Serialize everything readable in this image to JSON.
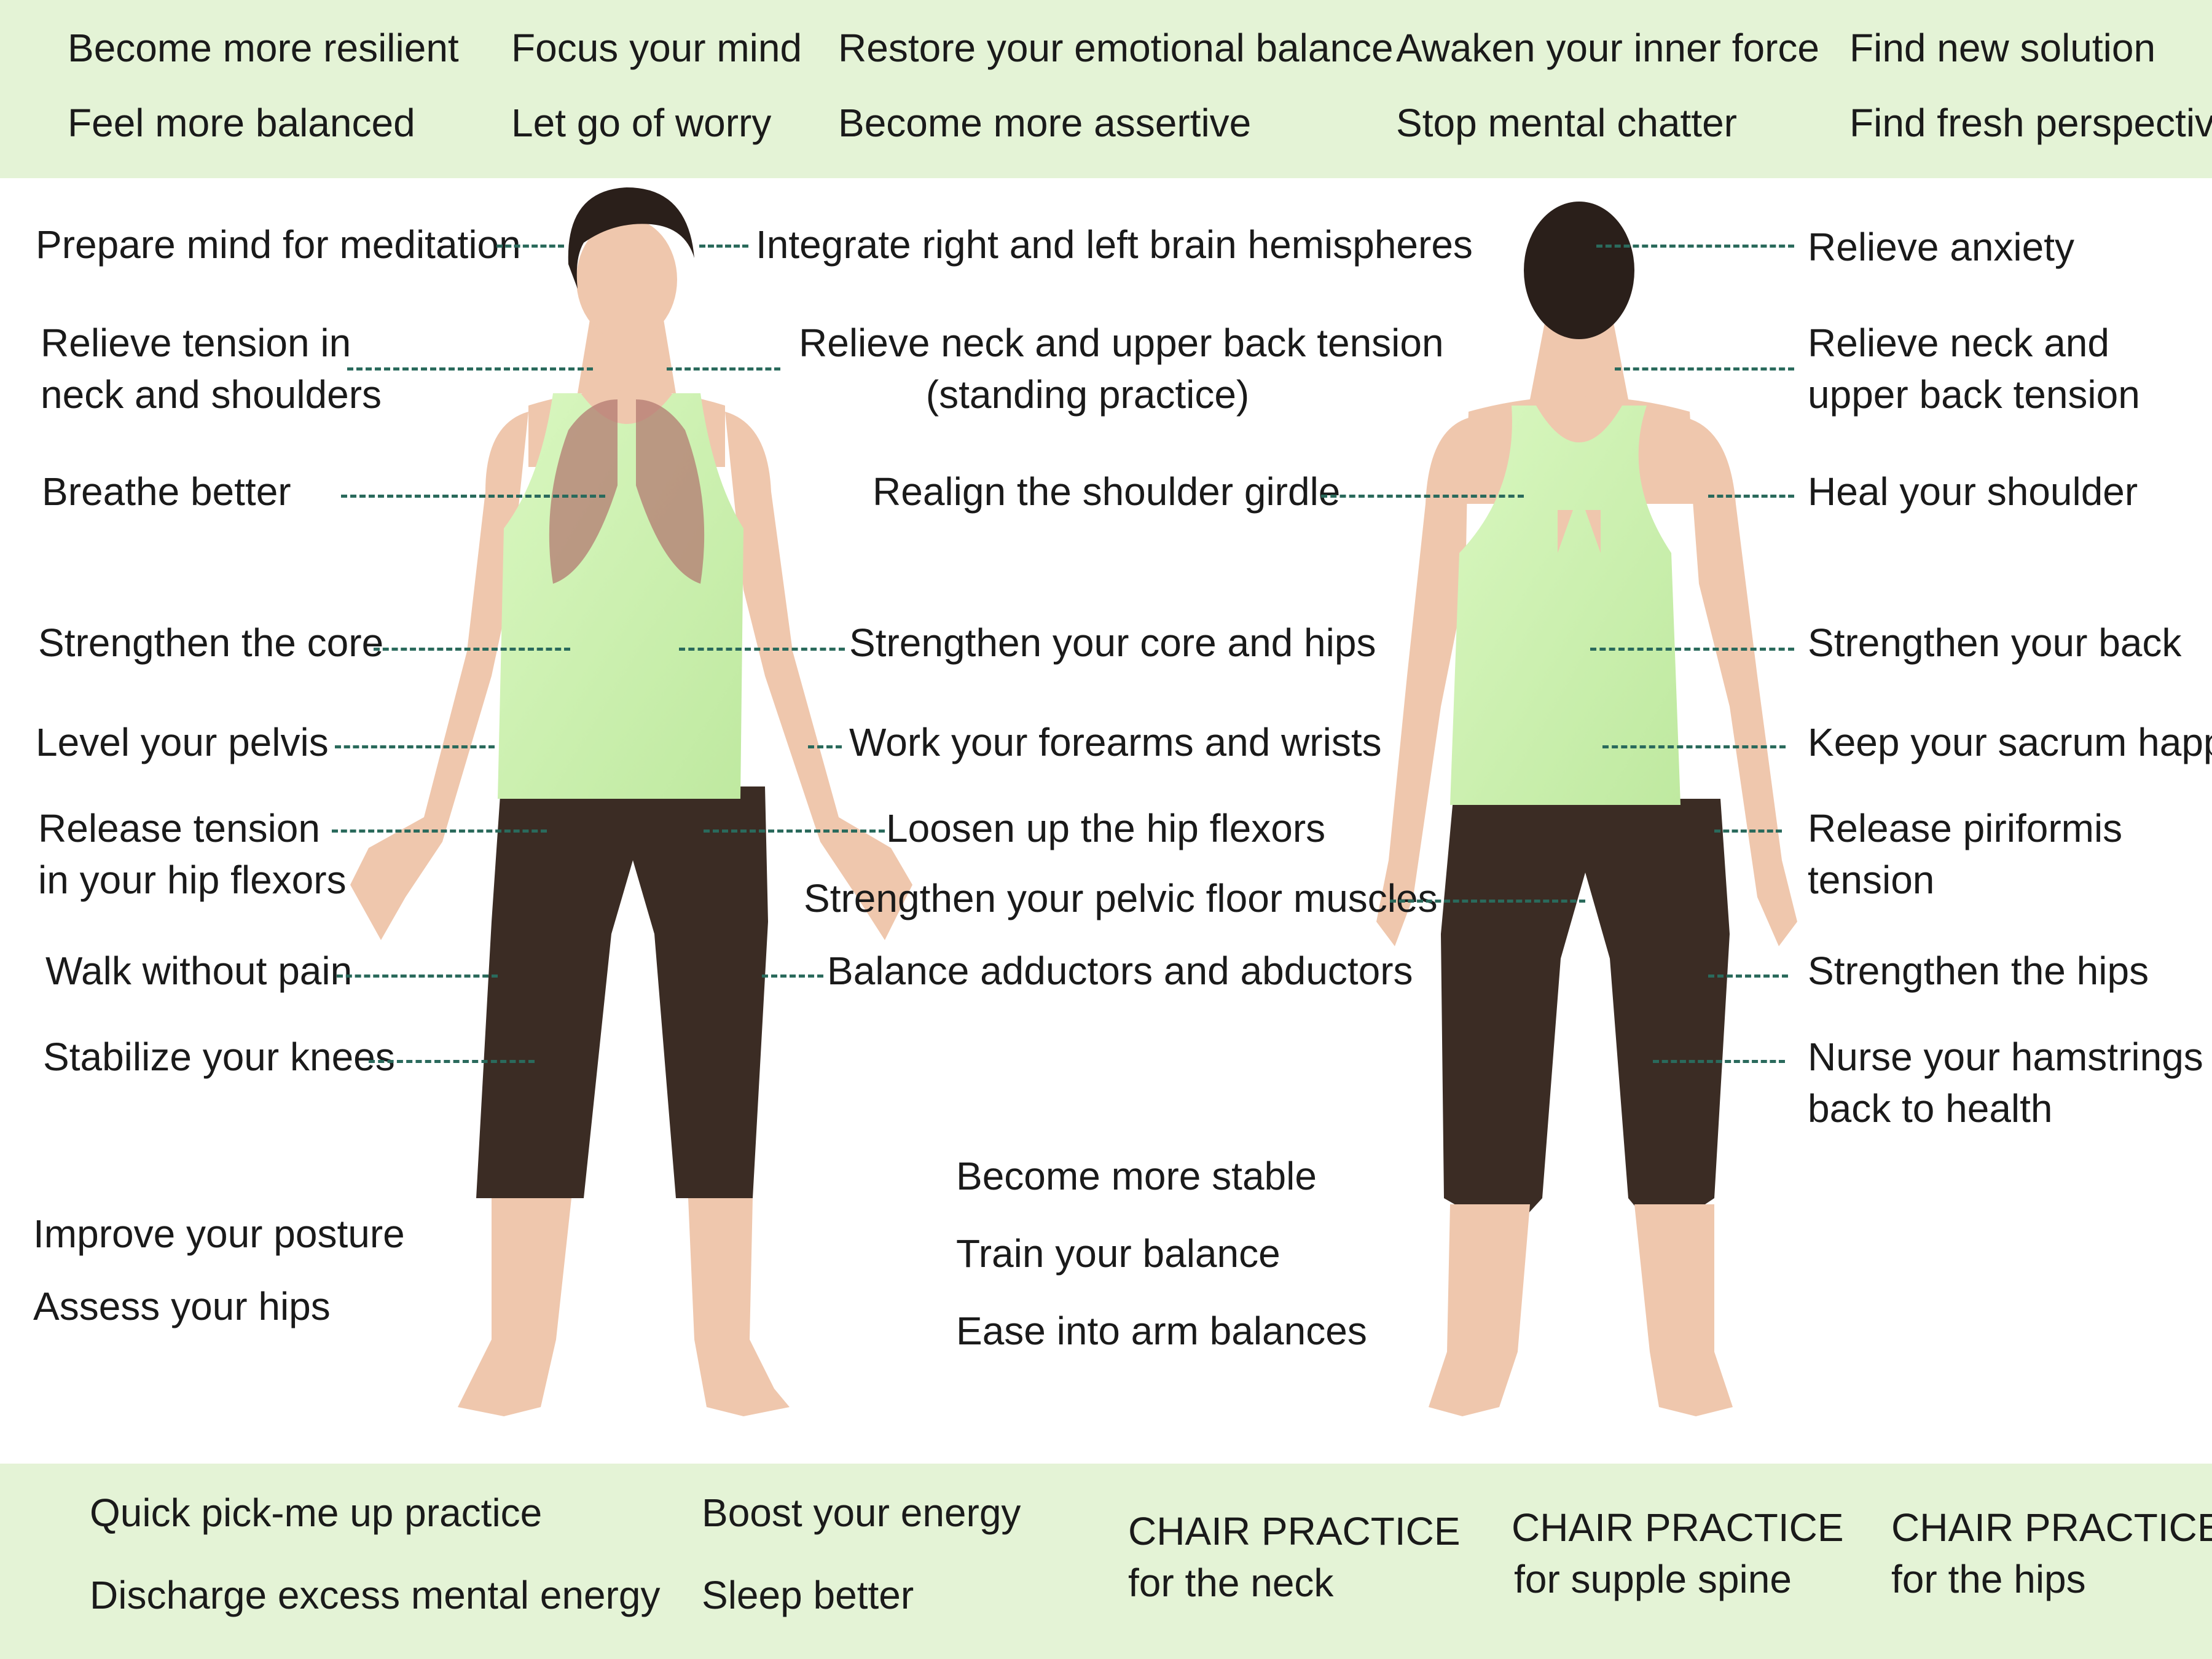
{
  "colors": {
    "band_bg": "#e4f3d6",
    "leader": "#2a6a5c",
    "tank_top": "#ccf2b0",
    "pants": "#3b2c24",
    "skin": "#efc7ad",
    "hair": "#2a1f1a",
    "lungs": "#b37a72"
  },
  "top_links": [
    [
      "Become more resilient",
      "Feel more balanced"
    ],
    [
      "Focus your mind",
      "Let go of worry"
    ],
    [
      "Restore your emotional balance",
      "Become more assertive"
    ],
    [
      "Awaken your inner force",
      "Stop mental chatter"
    ],
    [
      "Find new solution",
      "Find fresh perspective"
    ]
  ],
  "front_left": [
    [
      "Prepare mind for meditation"
    ],
    [
      "Relieve tension in",
      "neck and shoulders"
    ],
    [
      "Breathe better"
    ],
    [
      "Strengthen the core"
    ],
    [
      "Level your pelvis"
    ],
    [
      "Release tension",
      "in your hip flexors"
    ],
    [
      "Walk without pain"
    ],
    [
      "Stabilize your knees"
    ]
  ],
  "front_right": [
    [
      "Integrate right and left brain hemispheres"
    ],
    [
      "Relieve neck and upper back tension",
      "(standing practice)"
    ],
    [
      "Realign the shoulder girdle"
    ],
    [
      "Strengthen your core and hips"
    ],
    [
      "Work your forearms and wrists"
    ],
    [
      "Loosen up the hip flexors"
    ],
    [
      "Strengthen your pelvic floor muscles"
    ],
    [
      "Balance adductors and abductors"
    ]
  ],
  "back_right": [
    [
      "Relieve anxiety"
    ],
    [
      "Relieve neck and",
      "upper back tension"
    ],
    [
      "Heal your shoulder"
    ],
    [
      "Strengthen your back"
    ],
    [
      "Keep your sacrum happy"
    ],
    [
      "Release piriformis",
      "tension"
    ],
    [
      "Strengthen the hips"
    ],
    [
      "Nurse your hamstrings",
      "back to health"
    ]
  ],
  "posture_links": [
    "Improve your posture",
    "Assess your hips"
  ],
  "balance_links": [
    "Become more stable",
    "Train your balance",
    "Ease into arm balances"
  ],
  "bottom_links": [
    [
      "Quick pick-me up practice",
      "Discharge excess mental energy"
    ],
    [
      "Boost your energy",
      "Sleep better"
    ],
    [
      "CHAIR PRACTICE",
      "for the neck"
    ],
    [
      "CHAIR PRACTICE",
      "for supple spine"
    ],
    [
      "CHAIR PRACTICE",
      "for the hips"
    ]
  ]
}
